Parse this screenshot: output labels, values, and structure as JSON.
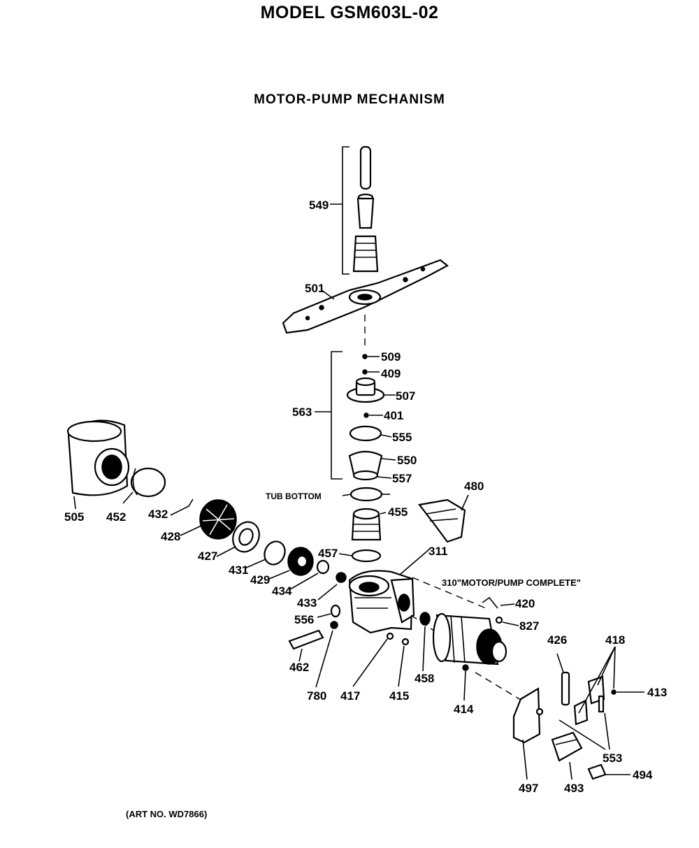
{
  "title": "MODEL GSM603L-02",
  "subtitle": "MOTOR-PUMP MECHANISM",
  "art_number": "(ART NO. WD7866)",
  "annotations": {
    "tub_bottom": "TUB BOTTOM",
    "motor_pump_complete": "310\"MOTOR/PUMP COMPLETE\""
  },
  "part_labels": {
    "p549": "549",
    "p501": "501",
    "p509": "509",
    "p409": "409",
    "p507": "507",
    "p563": "563",
    "p401": "401",
    "p555": "555",
    "p550": "550",
    "p557": "557",
    "p480": "480",
    "p505": "505",
    "p452": "452",
    "p432": "432",
    "p428": "428",
    "p455": "455",
    "p427": "427",
    "p431": "431",
    "p429": "429",
    "p457": "457",
    "p311": "311",
    "p434": "434",
    "p433": "433",
    "p420": "420",
    "p556": "556",
    "p827": "827",
    "p462": "462",
    "p780": "780",
    "p417": "417",
    "p415": "415",
    "p458": "458",
    "p414": "414",
    "p426": "426",
    "p418": "418",
    "p413": "413",
    "p553": "553",
    "p497": "497",
    "p493": "493",
    "p494": "494"
  }
}
